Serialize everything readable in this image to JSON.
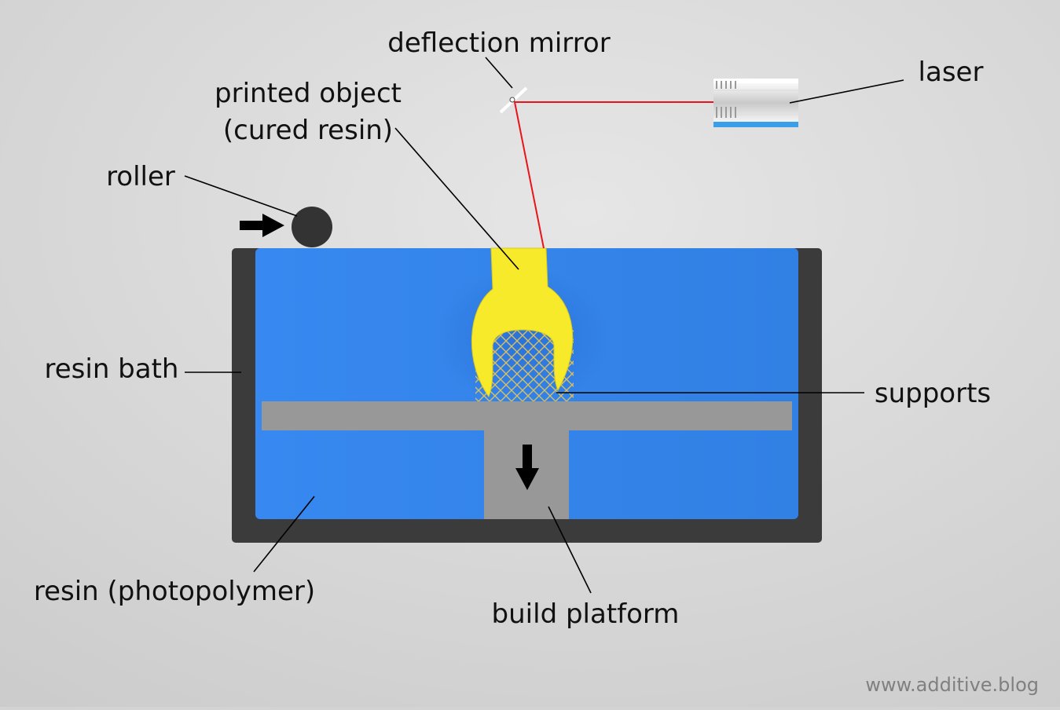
{
  "diagram": {
    "labels": {
      "deflection_mirror": "deflection mirror",
      "laser": "laser",
      "printed_object_line1": "printed object",
      "printed_object_line2": "(cured resin)",
      "roller": "roller",
      "resin_bath": "resin bath",
      "supports": "supports",
      "resin": "resin (photopolymer)",
      "build_platform": "build platform"
    },
    "watermark": "www.additive.blog"
  },
  "colors": {
    "background": "#d3d3d3",
    "resin": "#3585ea",
    "bath": "#3b3b3b",
    "platform": "#979797",
    "object": "#f6ea2a",
    "laser_beam": "#e8141a",
    "roller": "#333333",
    "supports": "#c8b060"
  }
}
